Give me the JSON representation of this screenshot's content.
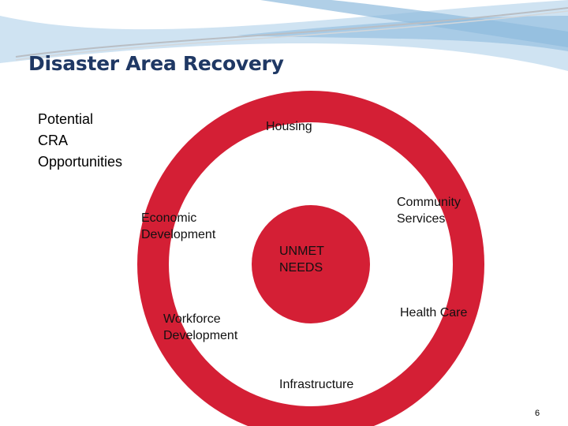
{
  "slide": {
    "title": "Disaster Area Recovery",
    "side_label": "Potential\nCRA\nOpportunities",
    "page_number": "6"
  },
  "diagram": {
    "center_label": "UNMET\nNEEDS",
    "ring_labels": [
      "Housing",
      "Community\nServices",
      "Economic\nDevelopment",
      "Health Care",
      "Workforce\nDevelopment",
      "Infrastructure"
    ]
  },
  "colors": {
    "ring_red": "#d41f35",
    "title_navy": "#1f3864",
    "wave_light": "#cfe3f2",
    "wave_mid": "#a8cbe6",
    "wave_dark": "#8fbbdd"
  }
}
